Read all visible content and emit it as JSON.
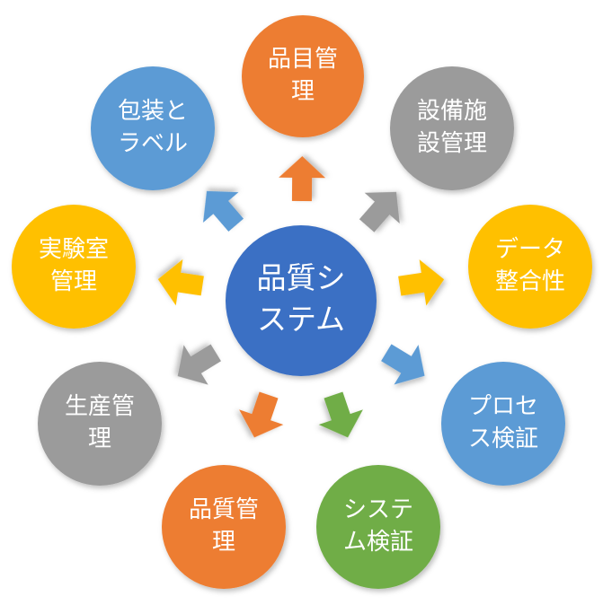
{
  "center": {
    "lines": [
      "品質シ",
      "ステム"
    ],
    "color": "#3b6fc4"
  },
  "nodes": [
    {
      "id": "hinmoku",
      "lines": [
        "品目管",
        "理"
      ],
      "color": "#ed7d31"
    },
    {
      "id": "setsubi",
      "lines": [
        "設備施",
        "設管理"
      ],
      "color": "#9b9b9b"
    },
    {
      "id": "data",
      "lines": [
        "データ",
        "整合性"
      ],
      "color": "#ffc000"
    },
    {
      "id": "process",
      "lines": [
        "プロセ",
        "ス検証"
      ],
      "color": "#5b9bd5"
    },
    {
      "id": "system",
      "lines": [
        "システ",
        "ム検証"
      ],
      "color": "#70ad47"
    },
    {
      "id": "hinshitsu",
      "lines": [
        "品質管",
        "理"
      ],
      "color": "#ed7d31"
    },
    {
      "id": "seisan",
      "lines": [
        "生産管",
        "理"
      ],
      "color": "#9b9b9b"
    },
    {
      "id": "jikken",
      "lines": [
        "実験室",
        "管理"
      ],
      "color": "#ffc000"
    },
    {
      "id": "hoso",
      "lines": [
        "包装と",
        "ラベル"
      ],
      "color": "#5b9bd5"
    }
  ]
}
